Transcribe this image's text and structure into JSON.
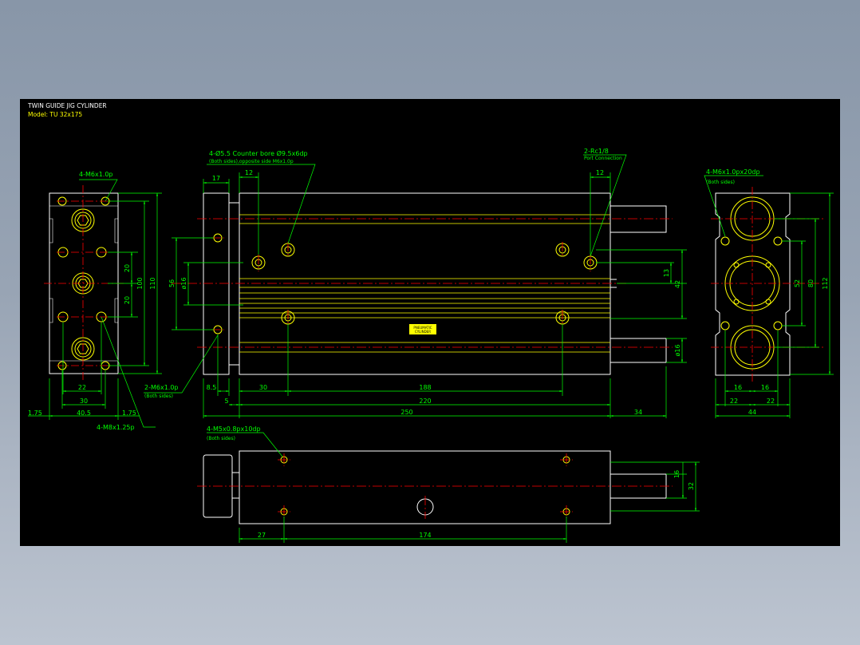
{
  "title": {
    "line1": "TWIN GUIDE JIG CYLINDER",
    "line2": "Model: TU 32x175"
  },
  "colors": {
    "bg": "#000000",
    "part": "#ffffff",
    "body": "#ffff00",
    "dim": "#00ff00",
    "center": "#ff0000"
  },
  "front": {
    "callout_tap": "4-M6x1.0p",
    "callout_m8": "4-M8x1.25p",
    "dims": {
      "h20a": "20",
      "h20b": "20",
      "h100": "100",
      "h110": "110",
      "w22": "22",
      "w30": "30",
      "w405": "40.5",
      "l175": "1.75",
      "r175": "1.75"
    }
  },
  "side": {
    "callout_cb_1": "4-Ø5.5  Counter bore Ø9.5x6dp",
    "callout_cb_2": "(Both sides),opposite side M6x1.0p",
    "callout_port_1": "2-Rc1/8",
    "callout_port_2": "Port Connection",
    "callout_m6_1": "2-M6x1.0p",
    "callout_m6_2": "(Both sides)",
    "dims": {
      "d17": "17",
      "d12a": "12",
      "d12b": "12",
      "d56": "56",
      "d16": "ø16",
      "d13": "13",
      "d42": "42",
      "d16r": "ø16",
      "d85": "8.5",
      "d5": "5",
      "d30": "30",
      "d188": "188",
      "d220": "220",
      "d250": "250",
      "d34": "34"
    },
    "label_1": "PNEUMATIC",
    "label_2": "CYLINDER"
  },
  "right": {
    "callout_1": "4-M6x1.0px20dp",
    "callout_2": "(Both sides)",
    "dims": {
      "d52": "52",
      "d80": "80",
      "d112": "112",
      "d16a": "16",
      "d16b": "16",
      "d22a": "22",
      "d22b": "22",
      "d44": "44"
    }
  },
  "bottom": {
    "callout_1": "4-M5x0.8px10dp",
    "callout_2": "(Both sides)",
    "dims": {
      "d16": "16",
      "d32": "32",
      "d27": "27",
      "d174": "174"
    }
  }
}
